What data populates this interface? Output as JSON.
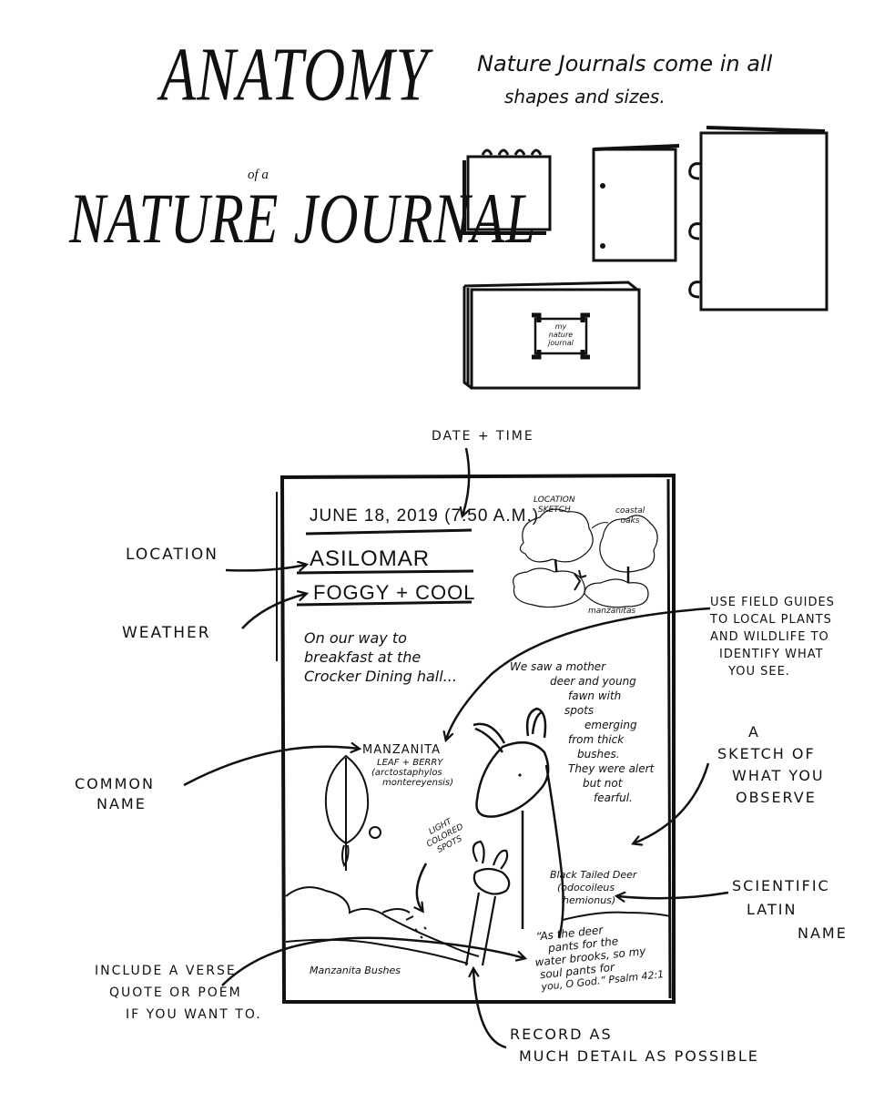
{
  "title": {
    "line1": "ANATOMY",
    "line2": "of a",
    "line3": "NATURE JOURNAL"
  },
  "intro": {
    "line1": "Nature Journals come in all",
    "line2": "shapes and sizes."
  },
  "sample_book_label": {
    "line1": "my",
    "line2": "nature",
    "line3": "journal"
  },
  "callouts": {
    "date_time": "DATE + TIME",
    "location": "LOCATION",
    "weather": "WEATHER",
    "common_name": {
      "line1": "COMMON",
      "line2": "NAME"
    },
    "field_guides": {
      "line1": "USE FIELD GUIDES",
      "line2": "TO LOCAL PLANTS",
      "line3": "AND WILDLIFE TO",
      "line4": "IDENTIFY WHAT",
      "line5": "YOU SEE."
    },
    "sketch": {
      "line1": "A",
      "line2": "SKETCH OF",
      "line3": "WHAT YOU",
      "line4": "OBSERVE"
    },
    "scientific": {
      "line1": "SCIENTIFIC",
      "line2": "LATIN",
      "line3": "NAME"
    },
    "verse": {
      "line1": "INCLUDE A VERSE",
      "line2": "QUOTE OR POEM",
      "line3": "IF YOU WANT TO."
    },
    "record": {
      "line1": "RECORD AS",
      "line2": "MUCH DETAIL AS POSSIBLE"
    }
  },
  "journal_page": {
    "date": "JUNE 18, 2019 (7:50 A.M.)",
    "location": "ASILOMAR",
    "weather": "FOGGY + COOL",
    "entry": {
      "line1": "On our way to",
      "line2": "breakfast at the",
      "line3": "Crocker Dining hall..."
    },
    "location_sketch": {
      "line1": "LOCATION",
      "line2": "SKETCH"
    },
    "coastal_oaks": {
      "line1": "coastal",
      "line2": "oaks"
    },
    "manzanitas": "manzanitas",
    "observation": {
      "line1": "We saw a mother",
      "line2": "deer and young",
      "line3": "fawn with",
      "line4": "spots",
      "line5": "emerging",
      "line6": "from thick",
      "line7": "bushes.",
      "line8": "They were alert",
      "line9": "but not",
      "line10": "fearful."
    },
    "plant": {
      "line1": "MANZANITA",
      "line2": "LEAF + BERRY",
      "line3": "(arctostaphylos",
      "line4": "montereyensis)"
    },
    "light_spots": {
      "line1": "LIGHT",
      "line2": "COLORED",
      "line3": "SPOTS"
    },
    "deer_name": {
      "line1": "Black Tailed Deer",
      "line2": "(odocoileus",
      "line3": "hemionus)"
    },
    "bushes": "Manzanita Bushes",
    "verse": {
      "line1": "“As the deer",
      "line2": "pants for the",
      "line3": "water brooks, so my",
      "line4": "soul pants for",
      "line5": "you, O God.” Psalm 42:1"
    }
  }
}
